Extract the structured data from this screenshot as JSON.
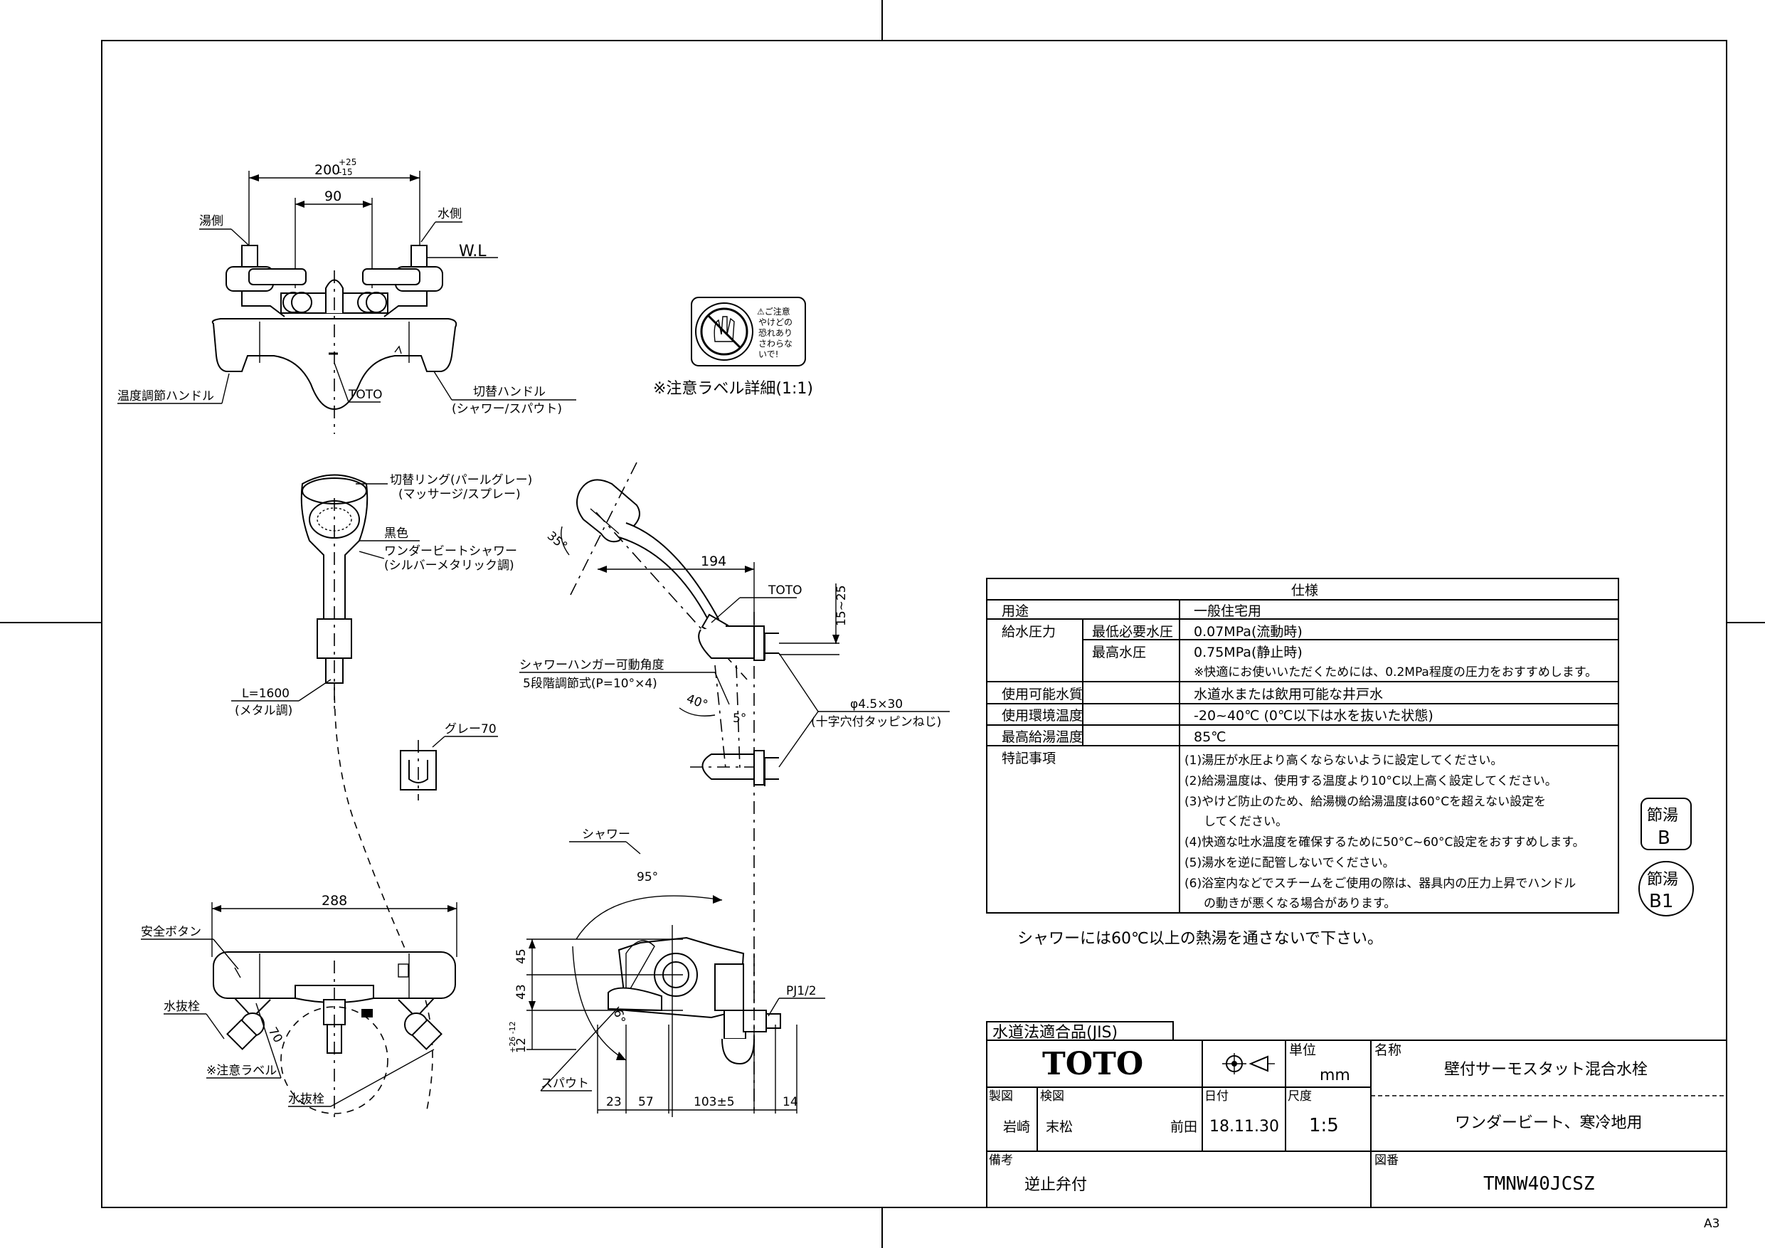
{
  "labels": {
    "dim_200": "200",
    "dim_200_tol_top": "+25",
    "dim_200_tol_bot": "-15",
    "dim_90": "90",
    "hot_side": "湯側",
    "cold_side": "水側",
    "wl": "W.L",
    "temp_handle": "温度調節ハンドル",
    "toto_mark": "TOTO",
    "switch_handle": "切替ハンドル",
    "switch_handle_sub": "(シャワー/スパウト)",
    "caution_label_detail": "※注意ラベル詳細(1:1)",
    "caution_text": [
      "⚠ご注意",
      "やけどの",
      "恐れあり",
      "さわらな",
      "いで!"
    ],
    "switch_ring": "切替リング(パールグレー)",
    "switch_ring_sub": "(マッサージ/スプレー)",
    "black": "黒色",
    "shower_name": "ワンダービートシャワー",
    "shower_name_sub": "(シルバーメタリック調)",
    "hose_length": "L=1600",
    "hose_sub": "(メタル調)",
    "gray70": "グレー70",
    "angle_35": "35°",
    "dim_194": "194",
    "toto_label2": "TOTO",
    "dim_15_25": "15~25",
    "hanger_angle": "シャワーハンガー可動角度",
    "hanger_steps": "5段階調節式(P=10°×4)",
    "angle_40": "40°",
    "angle_5": "5°",
    "screw": "φ4.5×30",
    "screw_sub": "(十字穴付タッピンねじ)",
    "shower_lbl": "シャワー",
    "angle_95": "95°",
    "dim_288": "288",
    "safety_button": "安全ボタン",
    "drain_plug": "水抜栓",
    "dim_70": "70",
    "caution_label": "※注意ラベル",
    "drain_plug2": "水抜栓",
    "dim_45": "45",
    "dim_43": "43",
    "angle_56": "56°",
    "dim_12": "12",
    "dim_12_tol": "+26 -12",
    "spout": "スパウト",
    "dim_23": "23",
    "dim_57": "57",
    "dim_103": "103±5",
    "dim_14": "14",
    "pj12": "PJ1/2"
  },
  "spec": {
    "title": "仕様",
    "rows": [
      {
        "label": "用途",
        "sub": "",
        "value": "一般住宅用"
      },
      {
        "label": "給水圧力",
        "sub": "最低必要水圧",
        "value": "0.07MPa(流動時)"
      },
      {
        "label": "",
        "sub": "最高水圧",
        "value": "0.75MPa(静止時)"
      },
      {
        "label": "",
        "sub": "",
        "value": "※快適にお使いいただくためには、0.2MPa程度の圧力をおすすめします。"
      },
      {
        "label": "使用可能水質",
        "sub": "",
        "value": "水道水または飲用可能な井戸水"
      },
      {
        "label": "使用環境温度",
        "sub": "",
        "value": "-20~40℃ (0℃以下は水を抜いた状態)"
      },
      {
        "label": "最高給湯温度",
        "sub": "",
        "value": "85℃"
      }
    ],
    "notes_label": "特記事項",
    "notes": [
      "(1)湯圧が水圧より高くならないように設定してください。",
      "(2)給湯温度は、使用する温度より10°C以上高く設定してください。",
      "(3)やけど防止のため、給湯機の給湯温度は60°Cを超えない設定を",
      "してください。",
      "(4)快適な吐水温度を確保するために50°C~60°C設定をおすすめします。",
      "(5)湯水を逆に配管しないでください。",
      "(6)浴室内などでスチームをご使用の際は、器具内の圧力上昇でハンドル",
      "の動きが悪くなる場合があります。"
    ],
    "warning": "シャワーには60℃以上の熱湯を通さないで下さい。"
  },
  "badges": {
    "b_top": "節湯",
    "b_bottom": "B",
    "b1_top": "節湯",
    "b1_bottom": "B1"
  },
  "titleblock": {
    "jis": "水道法適合品(JIS)",
    "brand": "TOTO",
    "unit_label": "単位",
    "unit": "mm",
    "name_label": "名称",
    "name": "壁付サーモスタット混合水栓",
    "subname": "ワンダービート、寒冷地用",
    "drawn_label": "製図",
    "drawn_by": "岩崎",
    "checked_label": "検図",
    "checked_by1": "末松",
    "checked_by2": "前田",
    "date_label": "日付",
    "date": "18.11.30",
    "scale_label": "尺度",
    "scale": "1:5",
    "remarks_label": "備考",
    "remarks": "逆止弁付",
    "drawing_no_label": "図番",
    "drawing_no": "TMNW40JCSZ",
    "sheet_size": "A3"
  }
}
